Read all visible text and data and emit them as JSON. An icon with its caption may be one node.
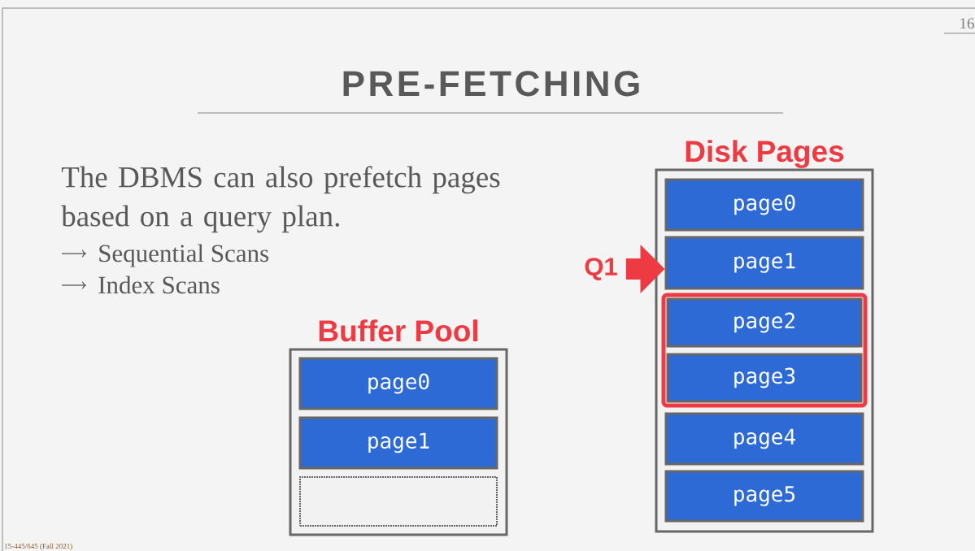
{
  "diagram": {
    "title": "PRE-FETCHING",
    "nodes": [
      {
        "text": [
          "Buffer Pool"
        ]
      },
      {
        "text": [
          "page0"
        ],
        "in": 0
      },
      {
        "text": [
          "page1"
        ],
        "in": 0
      },
      {
        "text": [],
        "shape": "box",
        "in": 0
      },
      {
        "text": [
          "Disk Pages"
        ]
      },
      {
        "text": [
          "page0"
        ],
        "in": 4
      },
      {
        "text": [
          "page1"
        ],
        "in": 4
      },
      {
        "text": [],
        "shape": "box",
        "in": 4
      },
      {
        "text": [
          "page2"
        ],
        "in": 7
      },
      {
        "text": [
          "page3"
        ],
        "in": 7
      },
      {
        "text": [
          "page4"
        ],
        "in": 4
      },
      {
        "text": [
          "page5"
        ],
        "in": 4
      },
      {
        "text": [
          "Q1"
        ]
      }
    ],
    "edges": [
      {
        "from": 12,
        "to": 6,
        "arrow": "to",
        "color": "#ee3b43"
      }
    ],
    "labels": [
      "16",
      "The DBMS can also prefetch pages based on a query plan.",
      "Sequential Scans",
      "Index Scans",
      "15-445/645 (Fall 2021)"
    ]
  }
}
